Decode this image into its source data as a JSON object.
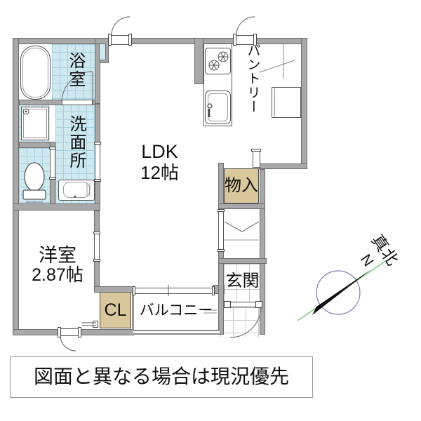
{
  "floorplan": {
    "rooms": {
      "bath": {
        "label": "浴室"
      },
      "washroom": {
        "label": "洗面所"
      },
      "ldk": {
        "label": "LDK",
        "size": "12帖"
      },
      "pantry": {
        "label": "パントリー"
      },
      "storage": {
        "label": "物入"
      },
      "western_room": {
        "label": "洋室",
        "size": "2.87帖"
      },
      "closet": {
        "label": "CL"
      },
      "balcony": {
        "label": "バルコニー"
      },
      "entrance": {
        "label": "玄関"
      }
    },
    "compass": {
      "n": "N",
      "true_north": "真北"
    },
    "disclaimer": "図面と異なる場合は現況優先",
    "colors": {
      "wall_gray": "#a8a8a8",
      "tile_blue": "#cfe9f1",
      "tile_grid": "#a9cfdd",
      "storage_tan": "#d9c79e",
      "compass_circle": "#7a7ab8",
      "compass_green": "#82c882",
      "line_dark": "#555555"
    }
  }
}
